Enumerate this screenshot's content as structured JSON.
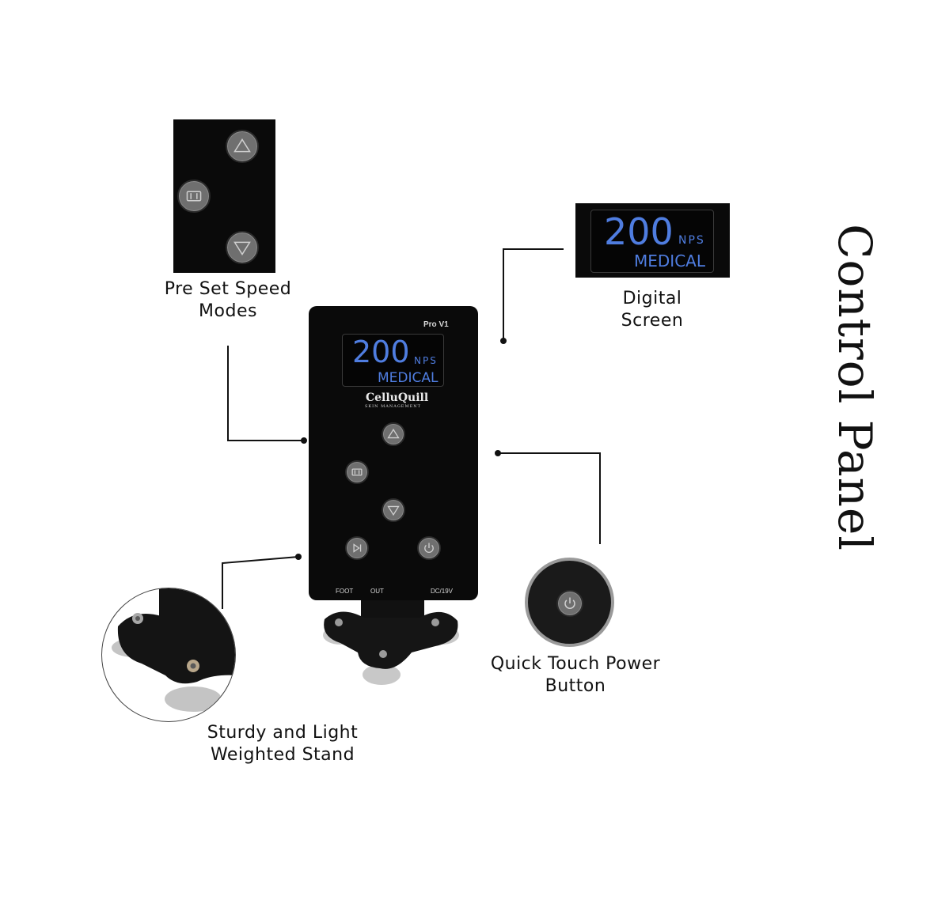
{
  "title": "Control Panel",
  "labels": {
    "preset": [
      "Pre Set Speed",
      "Modes"
    ],
    "screen": [
      "Digital",
      "Screen"
    ],
    "power": [
      "Quick Touch Power",
      "Button"
    ],
    "stand": [
      "Sturdy and Light",
      "Weighted Stand"
    ]
  },
  "display": {
    "value": "200",
    "unit": "NPS",
    "mode": "MEDICAL"
  },
  "device": {
    "model": "Pro V1",
    "brand": "CelluQuill",
    "brand_sub": "SKIN MANAGEMENT",
    "ports": [
      "FOOT",
      "OUT",
      "DC/19V"
    ]
  },
  "icons": [
    "up-triangle-icon",
    "mode-icon",
    "down-triangle-icon",
    "play-pause-icon",
    "power-icon"
  ],
  "colors": {
    "screen_text": "#4f7de0",
    "panel": "#0a0a0a"
  }
}
